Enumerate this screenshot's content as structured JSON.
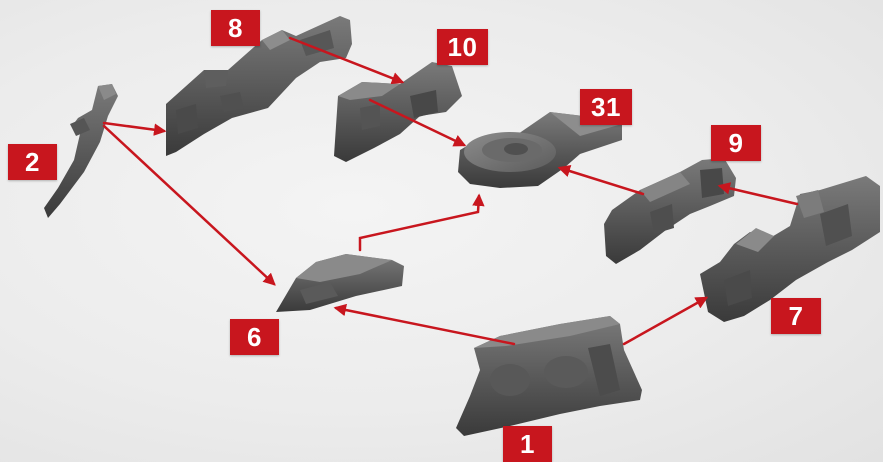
{
  "diagram": {
    "colors": {
      "background": "#ececec",
      "badge": "#c8161e",
      "arrow": "#c8161e",
      "piece_dark": "#3e3e3e",
      "piece_mid": "#5a5a5a",
      "piece_light": "#777777"
    },
    "labels": {
      "p1": "1",
      "p2": "2",
      "p6": "6",
      "p7": "7",
      "p8": "8",
      "p9": "9",
      "p10": "10",
      "p31": "31"
    },
    "connections": [
      {
        "from": "2",
        "to": "8"
      },
      {
        "from": "2",
        "to": "6"
      },
      {
        "from": "8",
        "to": "10"
      },
      {
        "from": "10",
        "to": "31"
      },
      {
        "from": "6",
        "to": "31"
      },
      {
        "from": "9",
        "to": "31"
      },
      {
        "from": "7",
        "to": "9"
      },
      {
        "from": "1",
        "to": "6"
      },
      {
        "from": "1",
        "to": "7"
      }
    ]
  }
}
